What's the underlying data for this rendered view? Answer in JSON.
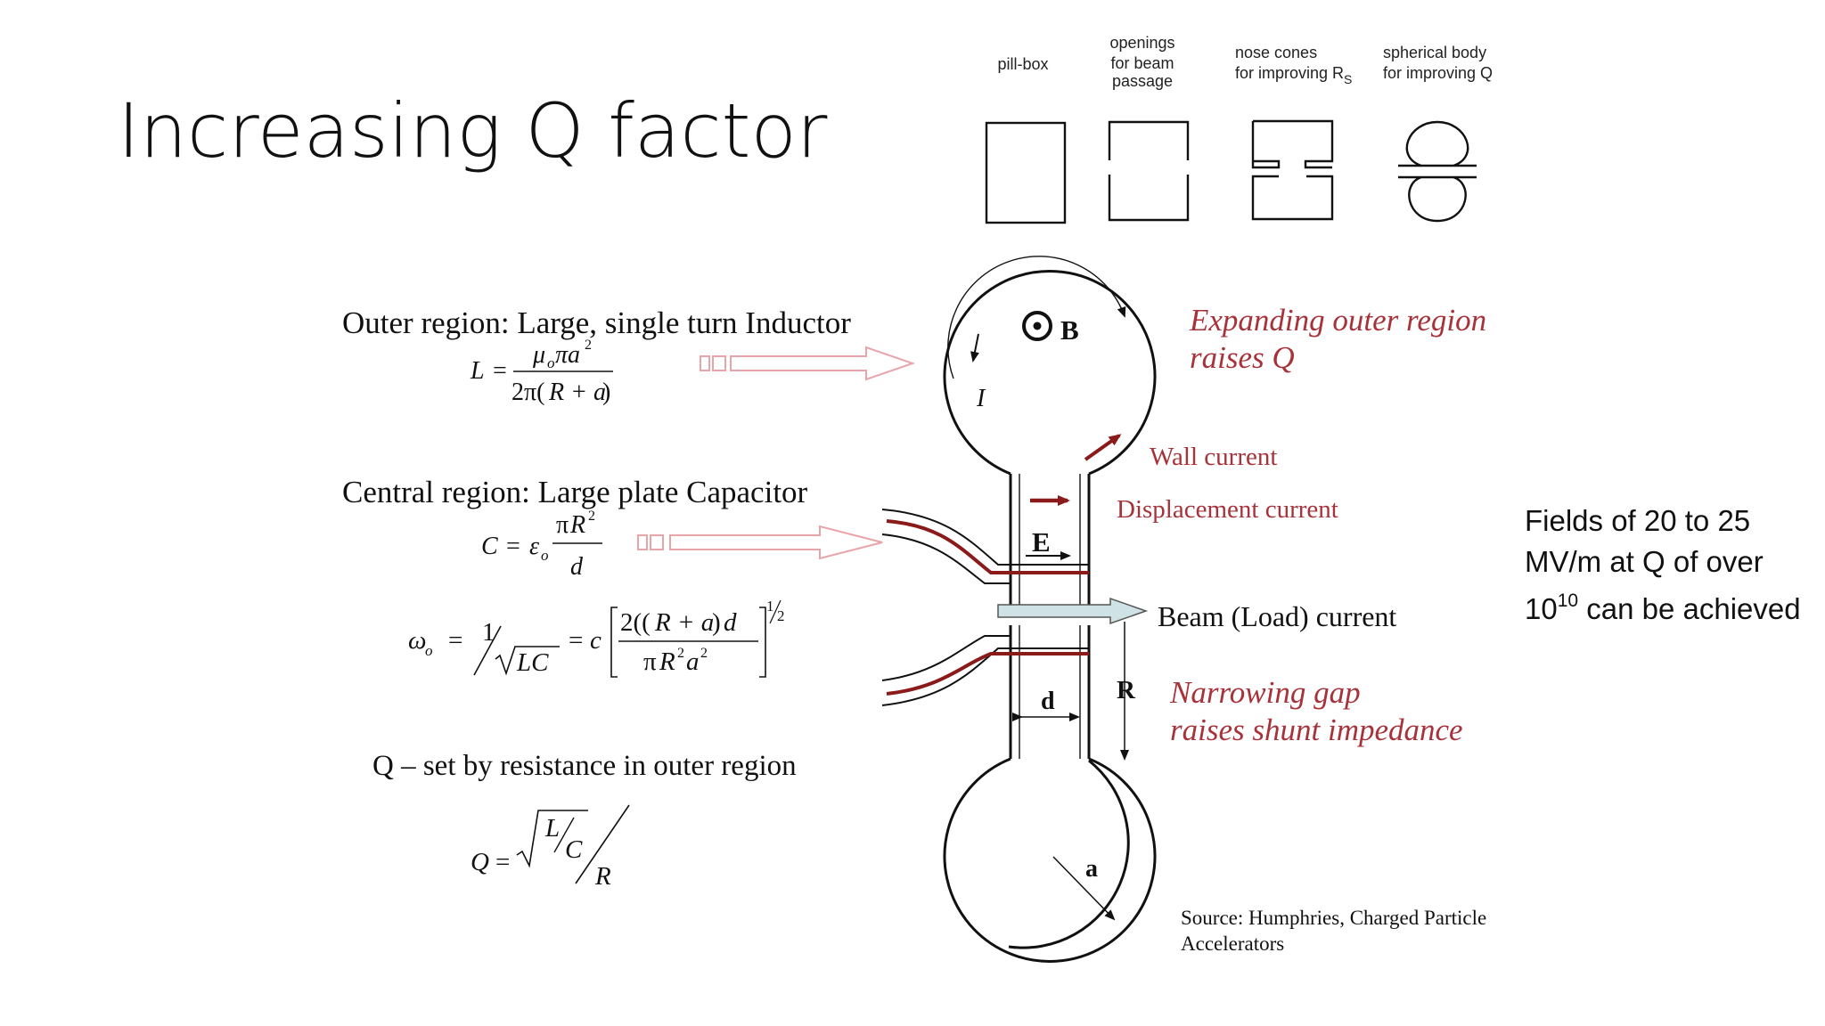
{
  "slide": {
    "title": "Increasing Q factor",
    "side_note": {
      "line1": "Fields of 20 to 25",
      "line2": "MV/m at Q of over",
      "line3_base": "10",
      "line3_exp": "10",
      "line3_rest": " can be achieved"
    }
  },
  "shapes_row": {
    "pillbox": "pill-box",
    "openings": [
      "openings",
      "for beam",
      "passage"
    ],
    "nose": [
      "nose cones",
      "for improving R"
    ],
    "nose_sub": "S",
    "sphere": [
      "spherical body",
      "for improving Q"
    ]
  },
  "diagram": {
    "outer_head_bold": "Outer region:",
    "outer_head_rest": " Large, single turn Inductor",
    "central_head_bold": "Central region:",
    "central_head_rest": " Large plate Capacitor",
    "q_text": "Q – set by resistance in outer region",
    "B": "B",
    "I": "I",
    "E": "E",
    "d": "d",
    "R": "R",
    "a": "a",
    "wall_current": "Wall current",
    "displacement_current": "Displacement current",
    "beam_current": "Beam (Load) current",
    "expanding": [
      "Expanding outer region",
      "raises Q"
    ],
    "narrowing": [
      "Narrowing gap",
      "raises shunt impedance"
    ],
    "source": [
      "Source: Humphries, Charged Particle",
      "Accelerators"
    ]
  },
  "colors": {
    "accent_red": "#a8323a",
    "dark_red": "#8b1a1a",
    "beam": "#cfe3e6"
  }
}
